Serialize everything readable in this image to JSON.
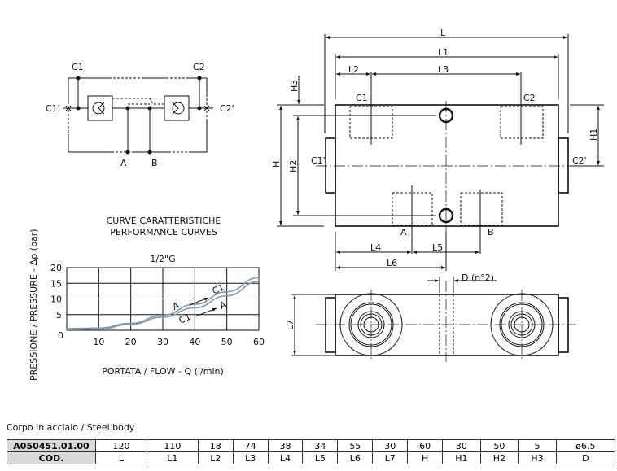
{
  "schematic": {
    "ports": [
      "C1",
      "C2",
      "C1'",
      "C2'",
      "A",
      "B"
    ]
  },
  "drawing": {
    "dims": [
      "L",
      "L1",
      "L2",
      "L3",
      "H3",
      "H",
      "H2",
      "H1",
      "L4",
      "L5",
      "L6",
      "L7",
      "D (n°2)"
    ],
    "ports": [
      "C1",
      "C2",
      "C1'",
      "C2'",
      "A",
      "B"
    ]
  },
  "chart_data": {
    "type": "line",
    "title": "CURVE CARATTERISTICHE",
    "subtitle": "PERFORMANCE CURVES",
    "size_label": "1/2\"G",
    "xlabel": "PORTATA / FLOW - Q (l/min)",
    "ylabel": "PRESSIONE / PRESSURE - Δp (bar)",
    "xlim": [
      0,
      60
    ],
    "ylim": [
      0,
      20
    ],
    "xticks": [
      "10",
      "20",
      "30",
      "40",
      "50",
      "60"
    ],
    "yticks": [
      "0",
      "5",
      "10",
      "15",
      "20"
    ],
    "grid": true,
    "x": [
      0,
      10,
      20,
      30,
      40,
      50,
      60
    ],
    "series": [
      {
        "name": "A → C1",
        "label_from": "A",
        "label_to": "C1",
        "values": [
          0.5,
          0.7,
          2.2,
          4.8,
          8.3,
          12.3,
          16.8
        ]
      },
      {
        "name": "C1 → A",
        "label_from": "C1",
        "label_to": "A",
        "values": [
          0.2,
          0.4,
          1.9,
          4.2,
          7.2,
          11.0,
          15.6
        ]
      }
    ]
  },
  "table": {
    "caption": "Corpo in acciaio / Steel body",
    "code": "A050451.01.00",
    "values": [
      "120",
      "110",
      "18",
      "74",
      "38",
      "34",
      "55",
      "30",
      "60",
      "30",
      "50",
      "5",
      "ø6.5"
    ],
    "header_label": "COD.",
    "headers": [
      "L",
      "L1",
      "L2",
      "L3",
      "L4",
      "L5",
      "L6",
      "L7",
      "H",
      "H1",
      "H2",
      "H3",
      "D"
    ]
  }
}
